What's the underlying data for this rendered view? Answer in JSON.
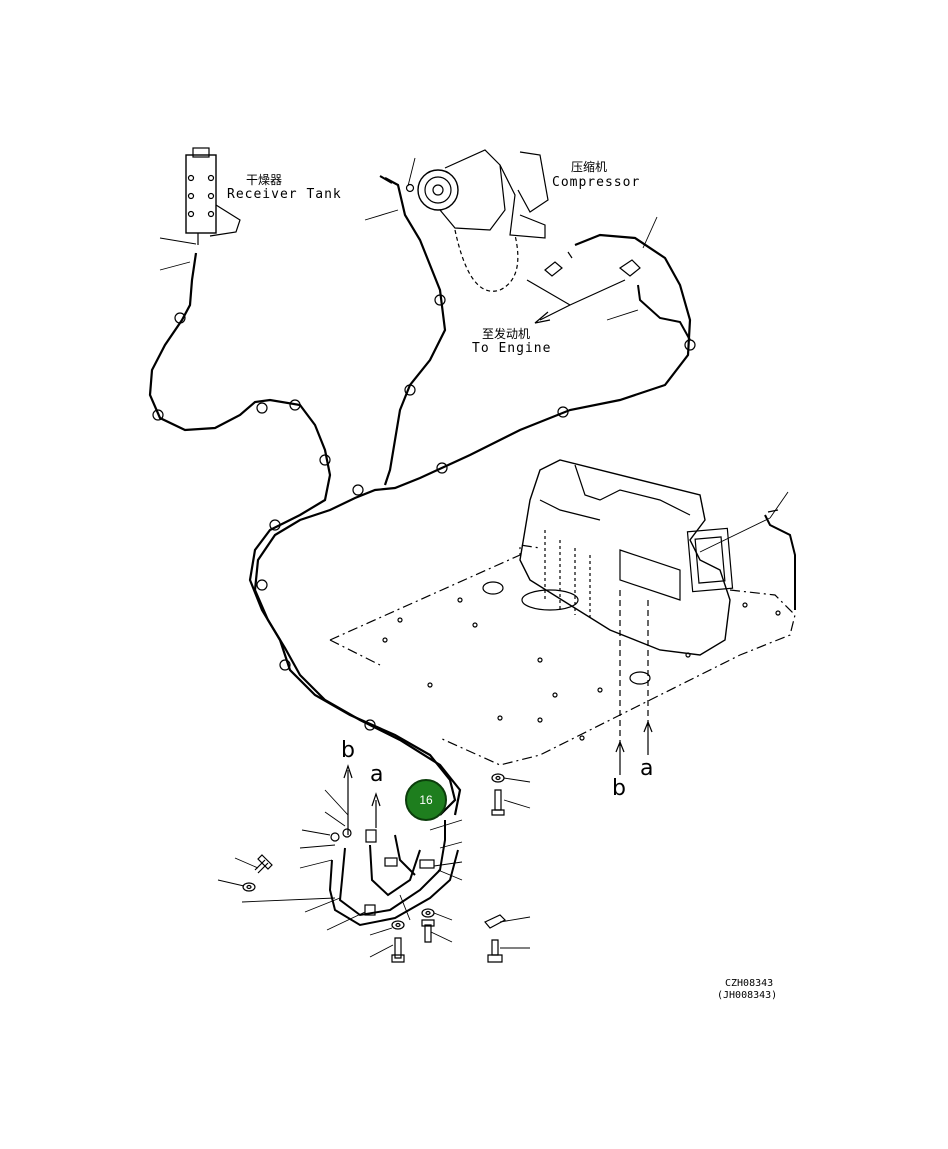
{
  "labels": {
    "receiver_tank_cn": "干燥器",
    "receiver_tank_en": "Receiver Tank",
    "compressor_cn": "压缩机",
    "compressor_en": "Compressor",
    "to_engine_cn": "至发动机",
    "to_engine_en": "To Engine"
  },
  "connection_refs": {
    "a_left": "a",
    "b_left": "b",
    "a_right": "a",
    "b_right": "b"
  },
  "callout": {
    "number": "16",
    "color": "#1e7e1e"
  },
  "drawing_codes": {
    "primary": "CZH08343",
    "secondary": "(JH008343)"
  }
}
